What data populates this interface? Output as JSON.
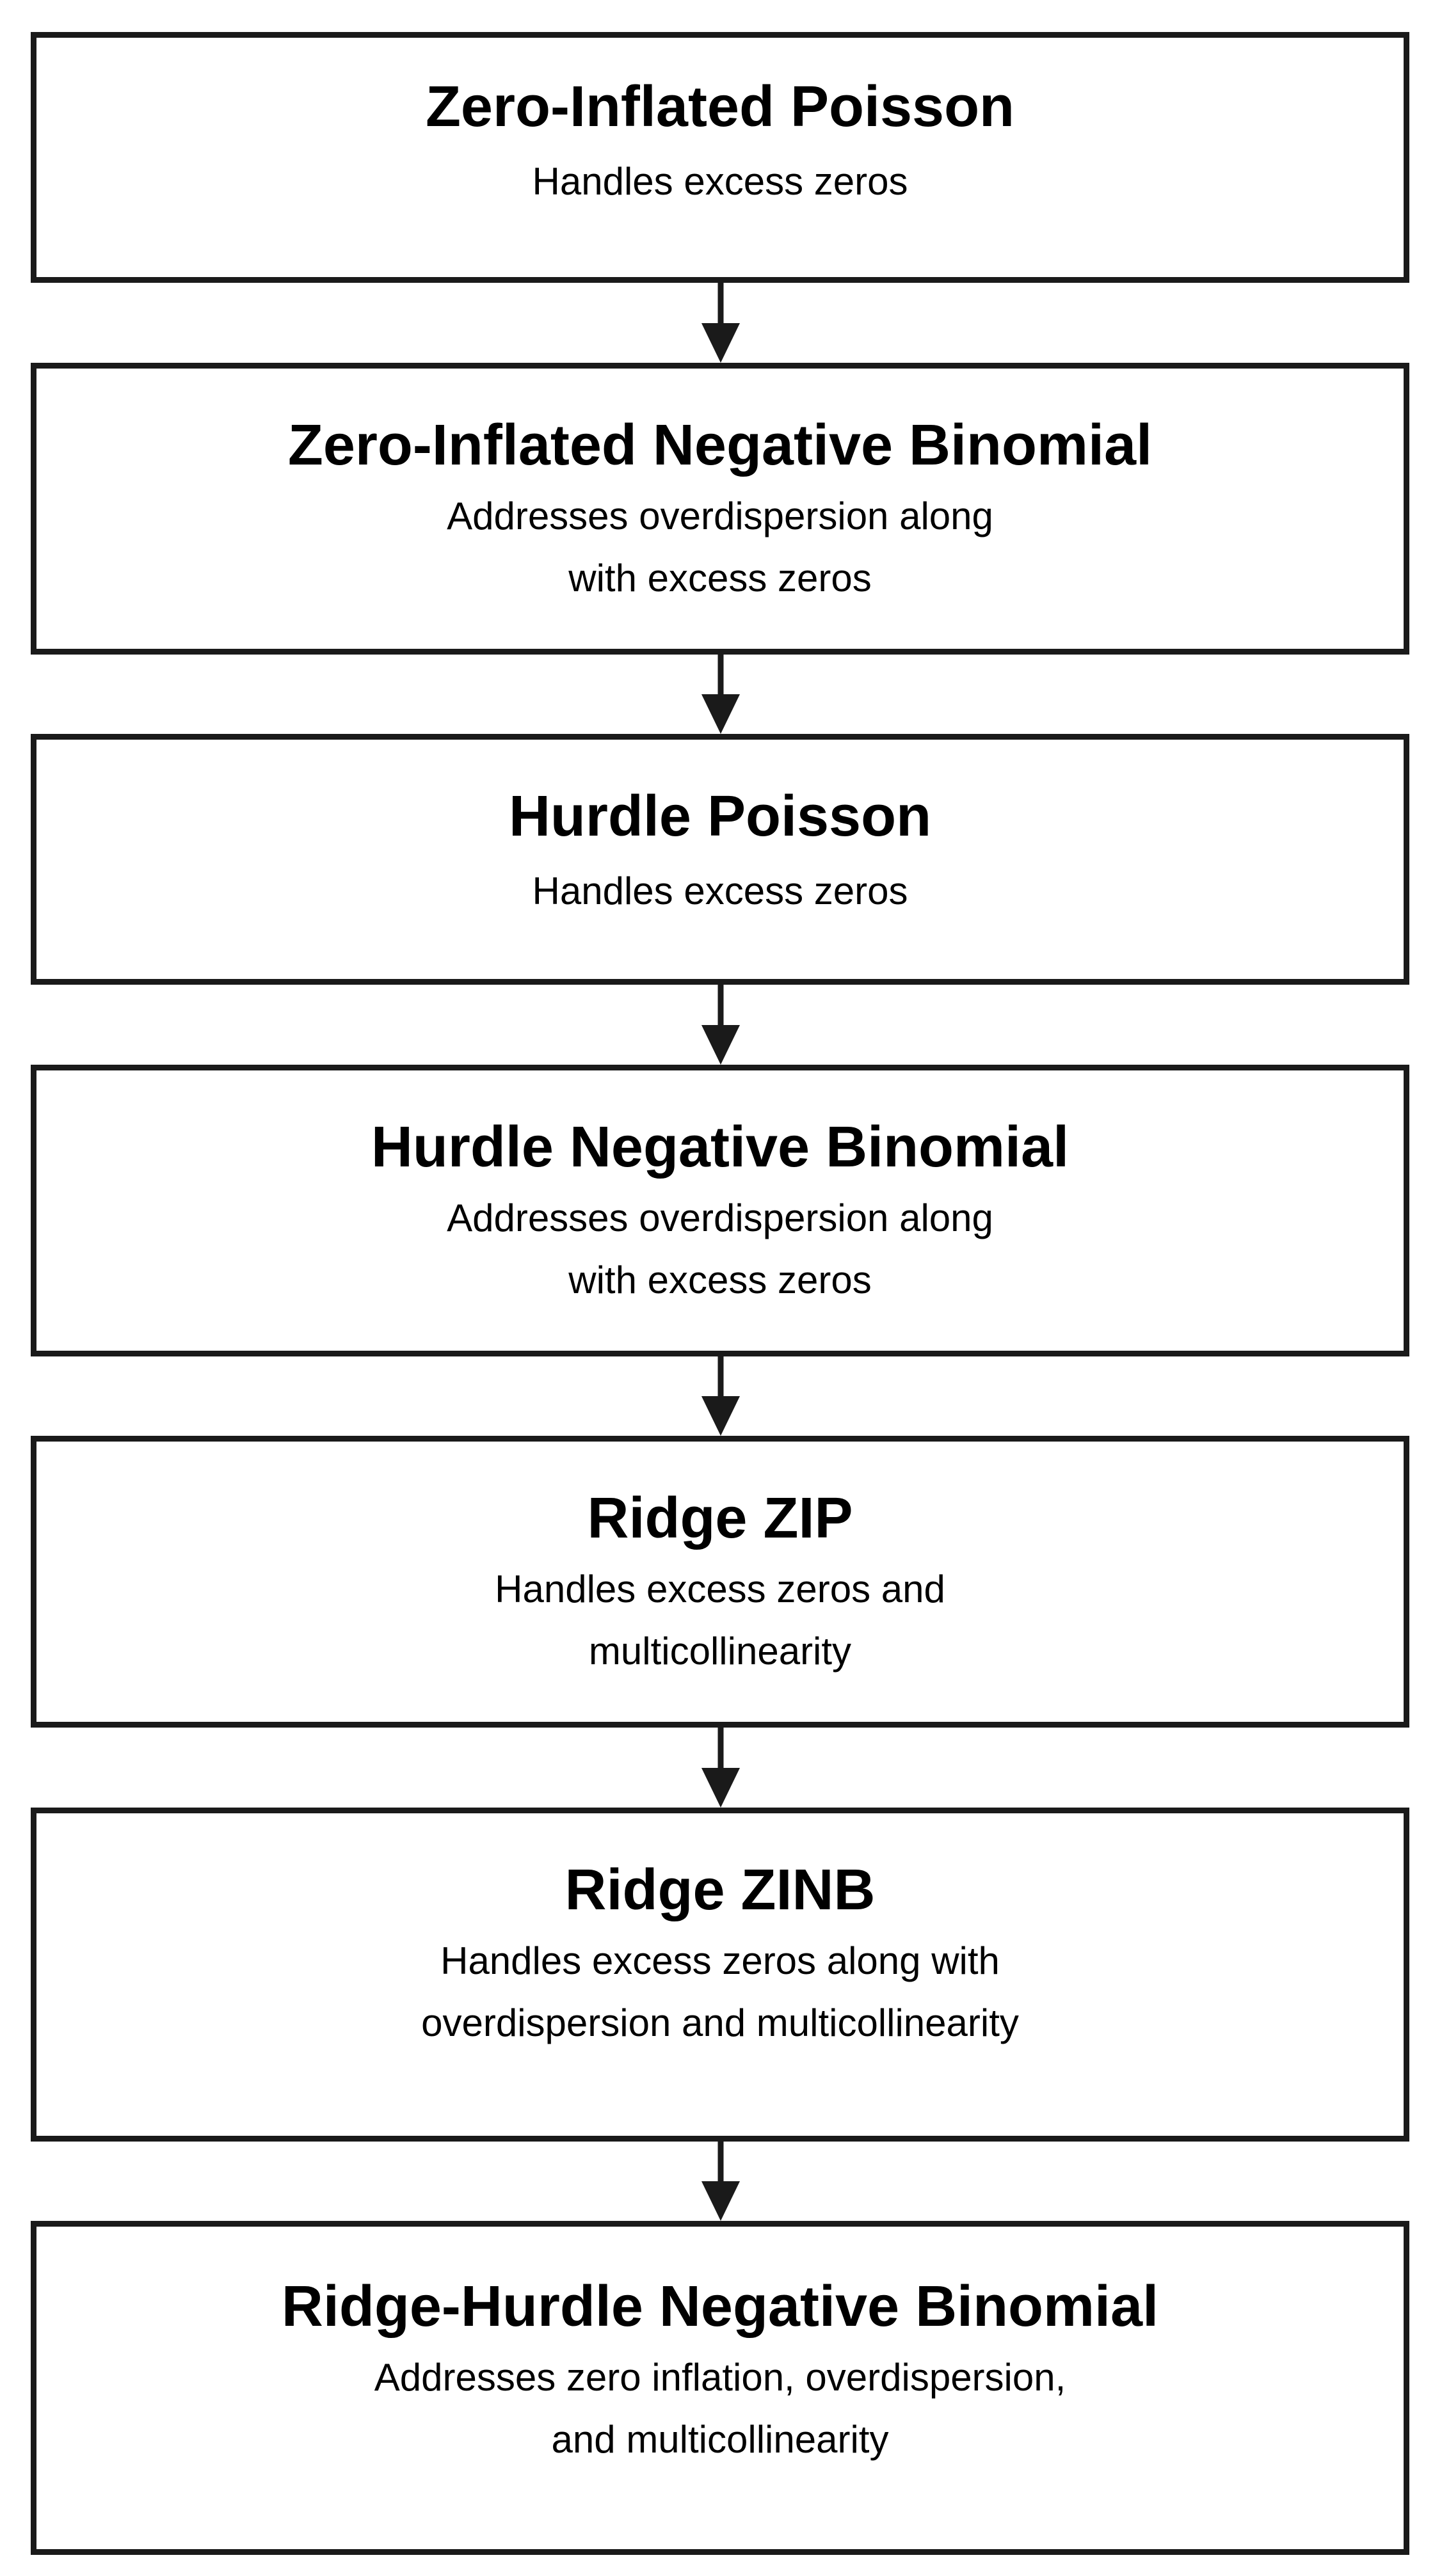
{
  "diagram": {
    "type": "vertical-flowchart",
    "colors": {
      "border": "#1a1a1a",
      "arrow": "#1a1a1a",
      "text": "#000000",
      "background": "#ffffff"
    },
    "nodes": [
      {
        "id": "zip",
        "title": "Zero-Inflated Poisson",
        "description": [
          "Handles excess zeros"
        ]
      },
      {
        "id": "zinb",
        "title": "Zero-Inflated Negative Binomial",
        "description": [
          "Addresses overdispersion along",
          "with excess zeros"
        ]
      },
      {
        "id": "hurdle-poisson",
        "title": "Hurdle Poisson",
        "description": [
          "Handles excess zeros"
        ]
      },
      {
        "id": "hurdle-nb",
        "title": "Hurdle Negative Binomial",
        "description": [
          "Addresses overdispersion along",
          "with excess zeros"
        ]
      },
      {
        "id": "ridge-zip",
        "title": "Ridge ZIP",
        "description": [
          "Handles excess zeros and",
          "multicollinearity"
        ]
      },
      {
        "id": "ridge-zinb",
        "title": "Ridge ZINB",
        "description": [
          "Handles excess zeros along with",
          "overdispersion and multicollinearity"
        ]
      },
      {
        "id": "ridge-hurdle-nb",
        "title": "Ridge-Hurdle Negative Binomial",
        "description": [
          "Addresses zero inflation, overdispersion,",
          "and multicollinearity"
        ]
      }
    ],
    "edges": [
      {
        "from": "zip",
        "to": "zinb"
      },
      {
        "from": "zinb",
        "to": "hurdle-poisson"
      },
      {
        "from": "hurdle-poisson",
        "to": "hurdle-nb"
      },
      {
        "from": "hurdle-nb",
        "to": "ridge-zip"
      },
      {
        "from": "ridge-zip",
        "to": "ridge-zinb"
      },
      {
        "from": "ridge-zinb",
        "to": "ridge-hurdle-nb"
      }
    ]
  }
}
